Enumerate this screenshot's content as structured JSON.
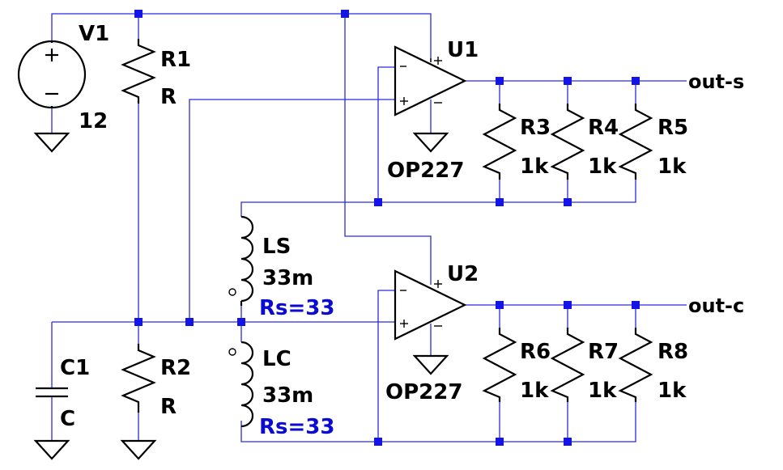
{
  "colors": {
    "wire": "#2a2ae0",
    "junction": "#1414e6",
    "component": "#000000",
    "attribute": "#0a0ad2",
    "background": "#ffffff"
  },
  "components": {
    "V1": {
      "name": "V1",
      "value": "12"
    },
    "R1": {
      "name": "R1",
      "value": "R"
    },
    "R2": {
      "name": "R2",
      "value": "R"
    },
    "C1": {
      "name": "C1",
      "value": "C"
    },
    "LS": {
      "name": "LS",
      "value": "33m",
      "attr": "Rs=33"
    },
    "LC": {
      "name": "LC",
      "value": "33m",
      "attr": "Rs=33"
    },
    "U1": {
      "name": "U1",
      "value": "OP227"
    },
    "U2": {
      "name": "U2",
      "value": "OP227"
    },
    "R3": {
      "name": "R3",
      "value": "1k"
    },
    "R4": {
      "name": "R4",
      "value": "1k"
    },
    "R5": {
      "name": "R5",
      "value": "1k"
    },
    "R6": {
      "name": "R6",
      "value": "1k"
    },
    "R7": {
      "name": "R7",
      "value": "1k"
    },
    "R8": {
      "name": "R8",
      "value": "1k"
    }
  },
  "nets": {
    "out_s": "out-s",
    "out_c": "out-c"
  }
}
